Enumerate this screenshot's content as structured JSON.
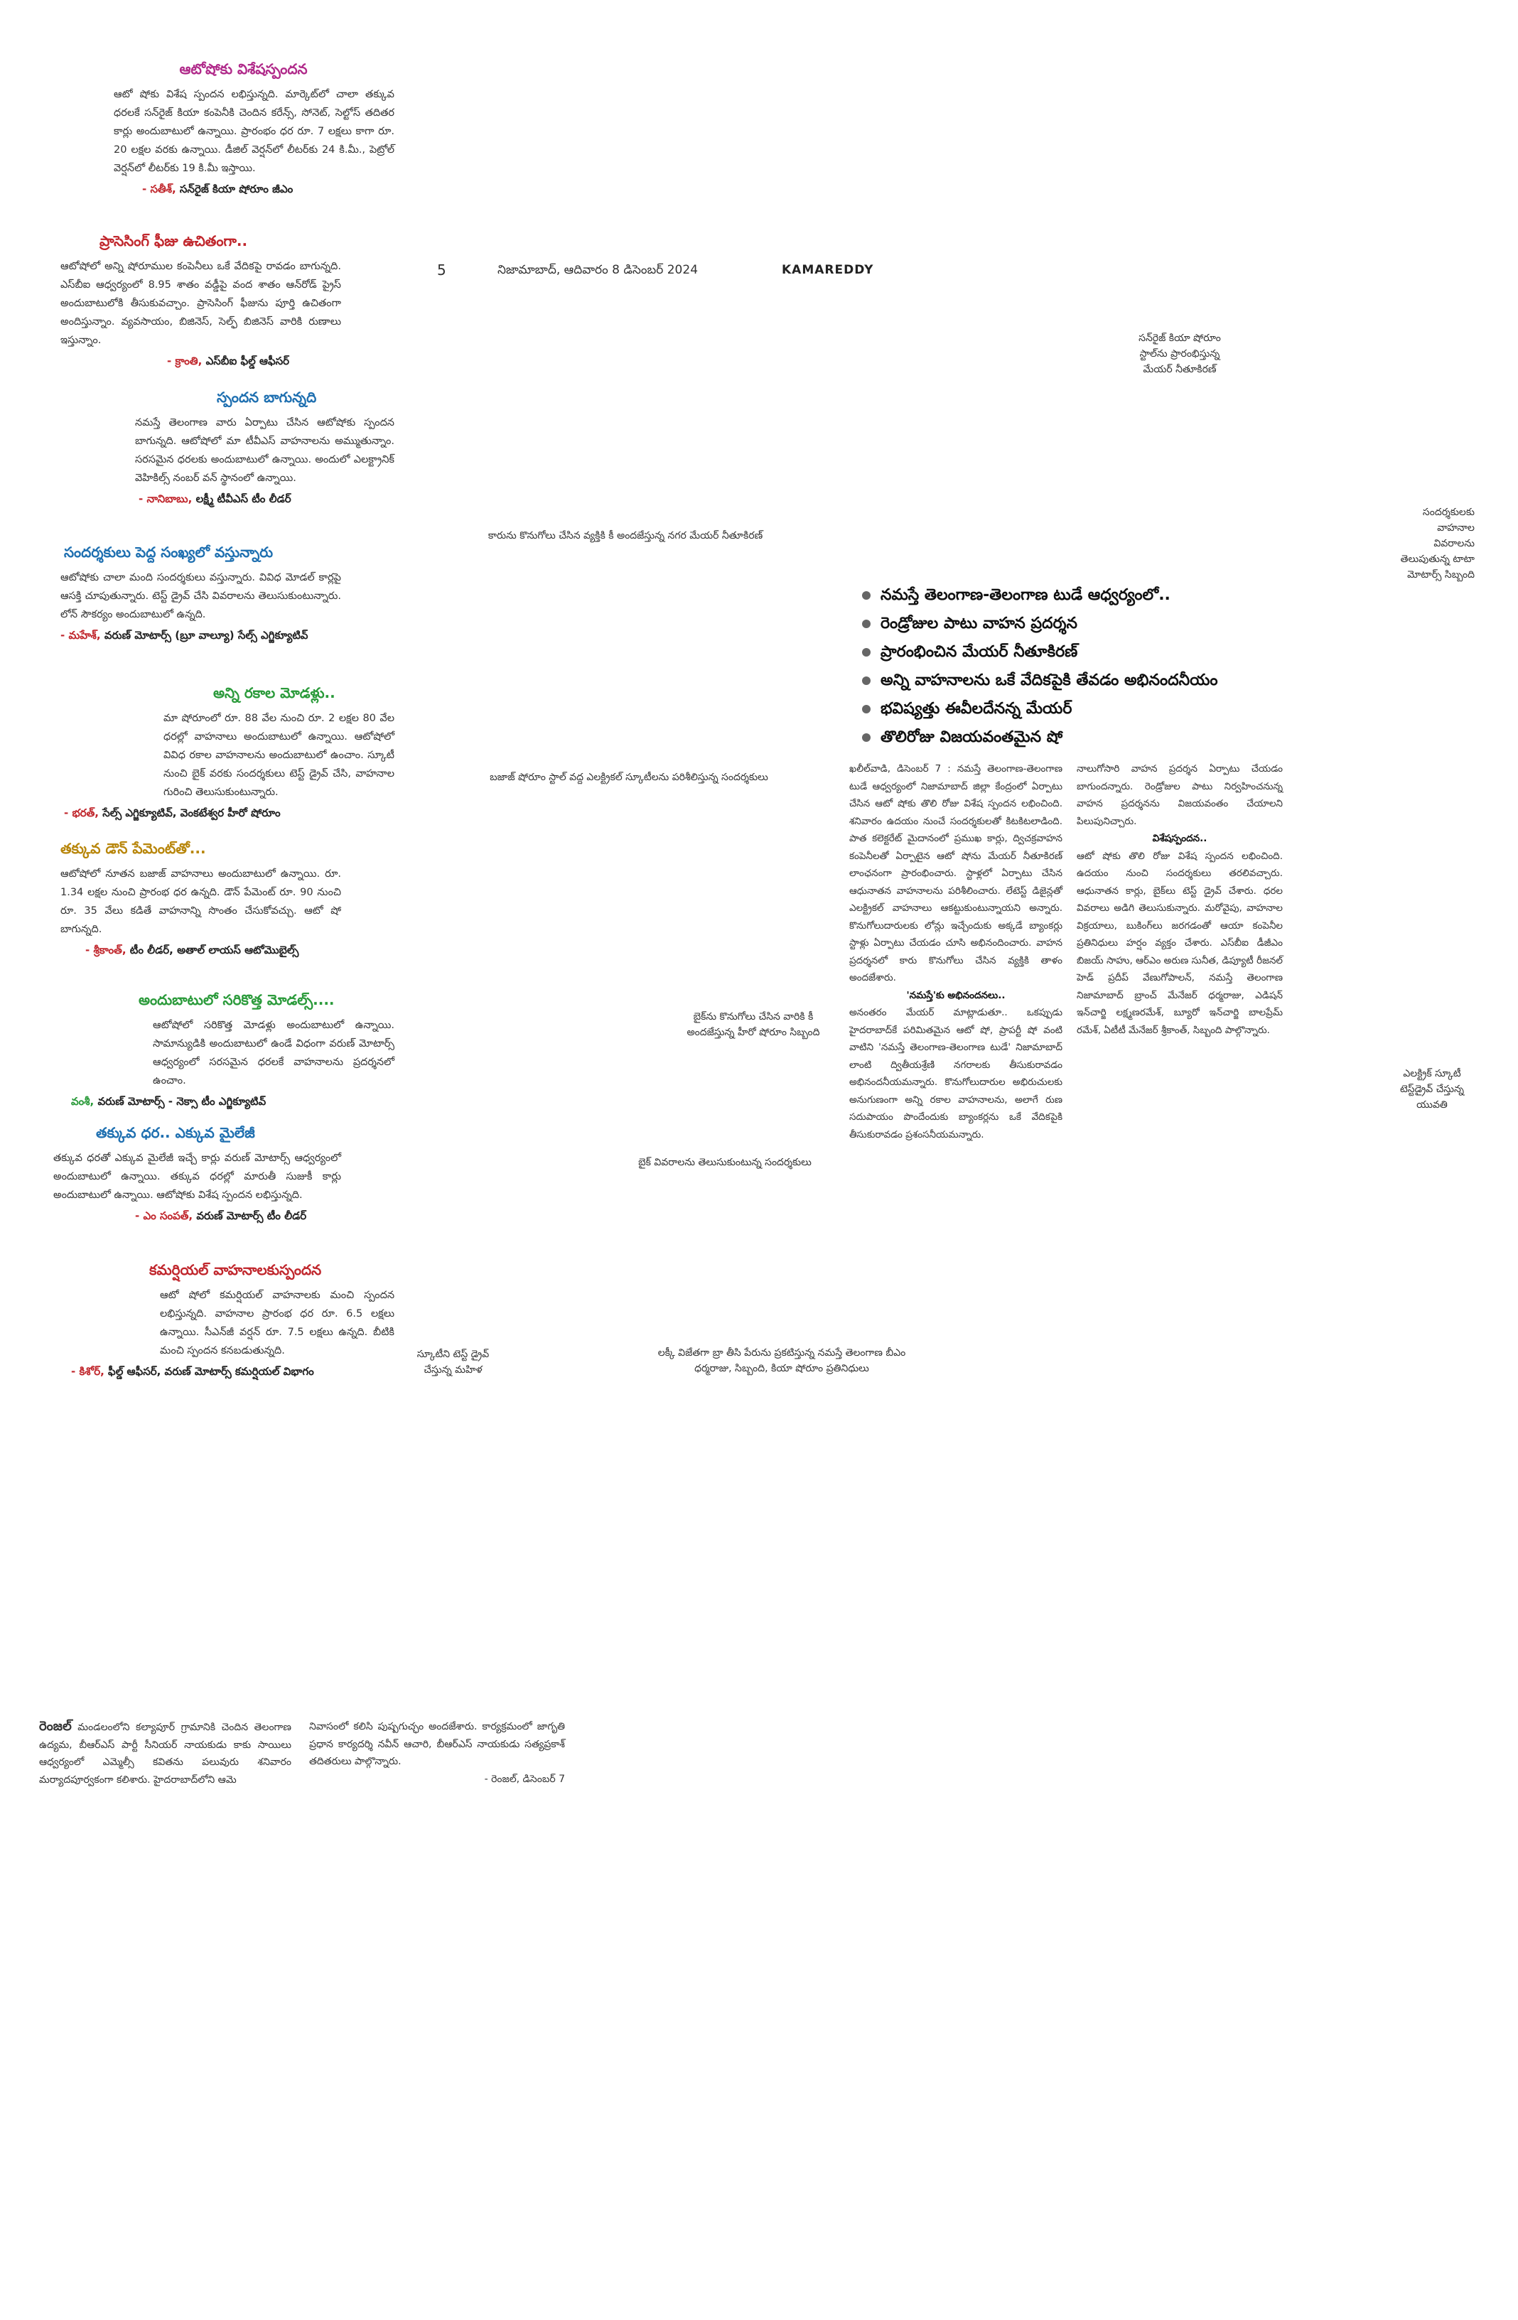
{
  "header": {
    "page_number": "5",
    "dateline": "నిజామాబాద్, ఆదివారం 8 డిసెంబర్ 2024",
    "section": "KAMAREDDY"
  },
  "left_column": [
    {
      "heading": "ఆటోషోకు విశేషస్పందన",
      "heading_color": "#b02a8a",
      "body": "ఆటో షోకు విశేష స్పందన లభిస్తున్నది. మార్కెట్‌లో చాలా తక్కువ ధరలకే సన్‌రైజ్ కియా కంపెనీకి చెందిన కరేన్స్, సోనెట్, సెల్టోస్ తదితర కార్లు అందుబాటులో ఉన్నాయి. ప్రారంభం ధర రూ. 7 లక్షలు కాగా రూ. 20 లక్షల వరకు ఉన్నాయి. డీజిల్ వెర్షన్‌లో లీటర్‌కు 24 కి.మీ., పెట్రోల్ వెర్షన్‌లో లీటర్‌కు 19 కి.మీ ఇస్తాయి.",
      "sig_name": "- సతీశ్,",
      "sig_role": "సన్‌రైజ్ కియా షోరూం జీఎం"
    },
    {
      "heading": "ప్రాసెసింగ్ ఫీజు ఉచితంగా..",
      "heading_color": "#c0262c",
      "body": "ఆటోషోలో అన్ని షోరూముల కంపెనీలు ఒకే వేదికపై రావడం బాగున్నది. ఎస్‌బీఐ ఆధ్వర్యంలో 8.95 శాతం వడ్డీపై వంద శాతం ఆన్‌రోడ్ ప్రైస్ అందుబాటులోకి తీసుకువచ్చాం. ప్రాసెసింగ్ ఫీజును పూర్తి ఉచితంగా అందిస్తున్నాం. వ్యవసాయం, బిజినెస్, సెల్ఫ్ బిజినెస్ వారికి రుణాలు ఇస్తున్నాం.",
      "sig_name": "- క్రాంతి,",
      "sig_role": "ఎస్‌బీఐ ఫీల్డ్ ఆఫీసర్"
    },
    {
      "heading": "స్పందన బాగున్నది",
      "heading_color": "#1e6fb0",
      "body": "నమస్తే తెలంగాణ వారు ఏర్పాటు చేసిన ఆటోషోకు స్పందన బాగున్నది. ఆటోషోలో మా టీవీఎస్ వాహనాలను అమ్ముతున్నాం. సరసమైన ధరలకు అందుబాటులో ఉన్నాయి. అందులో ఎలక్ట్రానిక్ వెహికిల్స్ నంబర్ వన్ స్థానంలో ఉన్నాయి.",
      "sig_name": "- నానిబాబు,",
      "sig_role": "లక్ష్మీ టీవీఎస్ టీం లీడర్"
    },
    {
      "heading": "సందర్శకులు పెద్ద సంఖ్యలో వస్తున్నారు",
      "heading_color": "#1e6fb0",
      "body": "ఆటోషోకు చాలా మంది సందర్శకులు వస్తున్నారు. వివిధ మోడల్ కార్లపై ఆసక్తి చూపుతున్నారు. టెస్ట్ డ్రైవ్ చేసి వివరాలను తెలుసుకుంటున్నారు. లోన్ సౌకర్యం అందుబాటులో ఉన్నది.",
      "sig_name": "- మహేశ్,",
      "sig_role": "వరుణ్ మోటార్స్ (బ్రూ వాల్యూ) సేల్స్ ఎగ్జిక్యూటివ్"
    },
    {
      "heading": "అన్ని రకాల మోడళ్లు..",
      "heading_color": "#2a9a3a",
      "body": "మా షోరూంలో రూ. 88 వేల నుంచి రూ. 2 లక్షల 80 వేల ధరల్లో వాహనాలు అందుబాటులో ఉన్నాయి. ఆటోషోలో వివిధ రకాల వాహనాలను అందుబాటులో ఉంచాం. స్కూటీ నుంచి బైక్ వరకు సందర్శకులు టెస్ట్ డ్రైవ్ చేసి, వాహనాల గురించి తెలుసుకుంటున్నారు.",
      "sig_name": "- భరత్,",
      "sig_role": "సేల్స్ ఎగ్జిక్యూటివ్, వెంకటేశ్వర హీరో షోరూం"
    },
    {
      "heading": "తక్కువ డౌన్ పేమెంట్‌తో...",
      "heading_color": "#b8860b",
      "body": "ఆటోషోలో నూతన బజాజ్ వాహనాలు అందుబాటులో ఉన్నాయి. రూ. 1.34 లక్షల నుంచి ప్రారంభ ధర ఉన్నది. డౌన్ పేమెంట్ రూ. 90 నుంచి రూ. 35 వేలు కడితే వాహనాన్ని సొంతం చేసుకోవచ్చు. ఆటో షో బాగున్నది.",
      "sig_name": "- శ్రీకాంత్,",
      "sig_role": "టీం లీడర్, అతాల్ లాయస్ ఆటోమొబైల్స్"
    },
    {
      "heading": "అందుబాటులో సరికొత్త మోడల్స్....",
      "heading_color": "#2a9a3a",
      "body": "ఆటోషోలో సరికొత్త మోడళ్లు అందుబాటులో ఉన్నాయి. సామాన్యుడికి అందుబాటులో ఉండే విధంగా వరుణ్ మోటార్స్ ఆధ్వర్యంలో సరసమైన ధరలకే వాహనాలను ప్రదర్శనలో ఉంచాం.",
      "sig_name": "వంశీ,",
      "sig_role": "వరుణ్ మోటార్స్ - నెక్సా టీం ఎగ్జిక్యూటివ్"
    },
    {
      "heading": "తక్కువ ధర.. ఎక్కువ మైలేజీ",
      "heading_color": "#1e6fb0",
      "body": "తక్కువ ధరతో ఎక్కువ మైలేజీ ఇచ్చే కార్లు వరుణ్ మోటార్స్ ఆధ్వర్యంలో అందుబాటులో ఉన్నాయి. తక్కువ ధరల్లో మారుతీ సుజుకీ కార్లు అందుబాటులో ఉన్నాయి. ఆటోషోకు విశేష స్పందన లభిస్తున్నది.",
      "sig_name": "- ఎం సంపత్,",
      "sig_role": "వరుణ్ మోటార్స్ టీం లీడర్"
    },
    {
      "heading": "కమర్షియల్ వాహనాలకుస్పందన",
      "heading_color": "#c0262c",
      "body": "ఆటో షోలో కమర్షియల్ వాహనాలకు మంచి స్పందన లభిస్తున్నది. వాహనాల ప్రారంభ ధర రూ. 6.5 లక్షలు ఉన్నాయి. సీఎన్‌జీ వర్షన్ రూ. 7.5 లక్షలు ఉన్నది. బీటికి మంచి స్పందన కనబడుతున్నది.",
      "sig_name": "- కిశోర్,",
      "sig_role": "ఫీల్డ్ ఆఫీసర్, వరుణ్ మోటార్స్ కమర్షియల్ విభాగం"
    }
  ],
  "captions": {
    "mayor_cutting": "కారును కొనుగోలు చేసిన వ్యక్తికి కీ అందజేస్తున్న నగర మేయర్ నీతూకిరణ్",
    "sunrise_kia": "సన్‌రైజ్ కియా షోరూం స్టాల్‌ను ప్రారంభిస్తున్న మేయర్ నీతూకిరణ్",
    "visitors_right": "సందర్శకులకు వాహనాల వివరాలను తెలుపుతున్న టాటా మోటార్స్ సిబ్బంది",
    "bajaj_stall": "బజాజ్ షోరూం స్టాల్ వద్ద ఎలక్ట్రికల్ స్కూటీలను పరిశీలిస్తున్న సందర్శకులు",
    "bike_key": "బైక్‌ను కొనుగోలు చేసిన వారికి కీ అందజేస్తున్న హీరో షోరూం సిబ్బంది",
    "bike_details": "బైక్ వివరాలను తెలుసుకుంటున్న సందర్శకులు",
    "electric_scooty": "ఎలక్ట్రిక్ స్కూటీ టెస్ట్‌డ్రైవ్ చేస్తున్న యువతి",
    "scooty_test": "స్కూటీని టెస్ట్ డ్రైవ్ చేస్తున్న మహిళ",
    "lucky_winner": "లక్కీ విజేతగా బ్రా తీసి పేరును ప్రకటిస్తున్న నమస్తే తెలంగాణ బీఎం ధర్మరాజు, సిబ్బంది, కియా షోరూం ప్రతినిధులు"
  },
  "highlights": [
    "నమస్తే తెలంగాణ-తెలంగాణ టుడే ఆధ్వర్యంలో..",
    "రెండ్రోజుల పాటు వాహన ప్రదర్శన",
    "ప్రారంభించిన మేయర్ నీతూకిరణ్",
    "అన్ని వాహనాలను ఒకే వేదికపైకి తేవడం అభినందనీయం",
    "భవిష్యత్తు ఈవీలదేనన్న మేయర్",
    "తొలిరోజు విజయవంతమైన షో"
  ],
  "main_article": {
    "col1": "ఖలీల్‌వాడి, డిసెంబర్ 7 : నమస్తే తెలంగాణ-తెలంగాణ టుడే ఆధ్వర్యంలో నిజామాబాద్ జిల్లా కేంద్రంలో ఏర్పాటు చేసిన ఆటో షోకు తొలి రోజు విశేష స్పందన లభించింది. శనివారం ఉదయం నుంచే సందర్శకులతో కిటకిటలాడింది. పాత కలెక్టరేట్ మైదానంలో ప్రముఖ కార్లు, ద్విచక్రవాహన కంపెనీలతో ఏర్పాటైన ఆటో షోను మేయర్ నీతూకిరణ్ లాంఛనంగా ప్రారంభించారు. స్టాళ్లలో ఏర్పాటు చేసిన ఆధునాతన వాహనాలను పరిశీలించారు. లేటెస్ట్ డిజైన్లతో ఎలక్ట్రికల్ వాహనాలు ఆకట్టుకుంటున్నాయని అన్నారు. కొనుగోలుదారులకు లోన్లు ఇచ్చేందుకు అక్కడే బ్యాంకర్లు స్టాళ్లు ఏర్పాటు చేయడం చూసి అభినందించారు. వాహన ప్రదర్శనలో కారు కొనుగోలు చేసిన వ్యక్తికి తాళం అందజేశారు.",
    "subhead1": "'నమస్తే'కు అభినందనలు..",
    "col1b": "అనంతరం మేయర్ మాట్లాడుతూ.. ఒకప్పుడు హైదరాబాద్‌కే పరిమితమైన ఆటో షో, ప్రాపర్టీ షో వంటి వాటిని 'నమస్తే తెలంగాణ-తెలంగాణ టుడే' నిజామాబాద్ లాంటి ద్వితీయశ్రేణి నగరాలకు తీసుకురావడం అభినందనీయమన్నారు. కొనుగోలుదారుల అభిరుచులకు అనుగుణంగా అన్ని రకాల వాహనాలను, అలాగే రుణ సదుపాయం పొందేందుకు బ్యాంకర్లను ఒకే వేదికపైకి తీసుకురావడం ప్రశంసనీయమన్నారు.",
    "col2": "నాలుగోసారి వాహన ప్రదర్శన ఏర్పాటు చేయడం బాగుందన్నారు. రెండ్రోజుల పాటు నిర్వహించనున్న వాహన ప్రదర్శనను విజయవంతం చేయాలని పిలుపునిచ్చారు.",
    "subhead2": "విశేషస్పందన..",
    "col2b": "ఆటో షోకు తొలి రోజు విశేష స్పందన లభించింది. ఉదయం నుంచి సందర్శకులు తరలివచ్చారు. ఆధునాతన కార్లు, బైక్‌లు టెస్ట్ డ్రైవ్ చేశారు. ధరల వివరాలు అడిగి తెలుసుకున్నారు. మరోవైపు, వాహనాల విక్రయాలు, బుకింగ్‌లు జరగడంతో ఆయా కంపెనీల ప్రతినిధులు హర్షం వ్యక్తం చేశారు. ఎస్‌బీఐ డీజీఎం బిజయ్ సాహు, ఆర్ఎం అరుణ సునీత, డిప్యూటీ రీజనల్ హెడ్ ప్రదీప్ వేణుగోపాలన్, నమస్తే తెలంగాణ నిజామాబాద్ బ్రాంచ్ మేనేజర్ ధర్మరాజు, ఎడిషన్ ఇన్‌చార్జి లక్ష్మణరమేశ్, బ్యూరో ఇన్‌చార్జి బాలప్రేమ్ రమేశ్, ఏటీటీ మేనేజర్ శ్రీకాంత్, సిబ్బంది పాల్గొన్నారు."
  },
  "bottom_story": {
    "lead": "రెంజల్",
    "col1": "మండలంలోని కల్యాపూర్ గ్రామానికి చెందిన తెలంగాణ ఉద్యమ, బీఆర్ఎస్ పార్టీ సీనియర్ నాయకుడు కాకు సాయిలు ఆధ్వర్యంలో ఎమ్మెల్సీ కవితను పలువురు శనివారం మర్యాదపూర్వకంగా కలిశారు. హైదరాబాద్‌లోని ఆమె",
    "col2": "నివాసంలో కలిసి పుష్పగుచ్ఛం అందజేశారు. కార్యక్రమంలో జాగృతి ప్రధాన కార్యదర్శి నవీన్ ఆచారి, బీఆర్ఎస్ నాయకుడు సత్యప్రకాశ్ తదితరులు పాల్గొన్నారు.",
    "dateline": "- రెంజల్, డిసెంబర్ 7"
  }
}
